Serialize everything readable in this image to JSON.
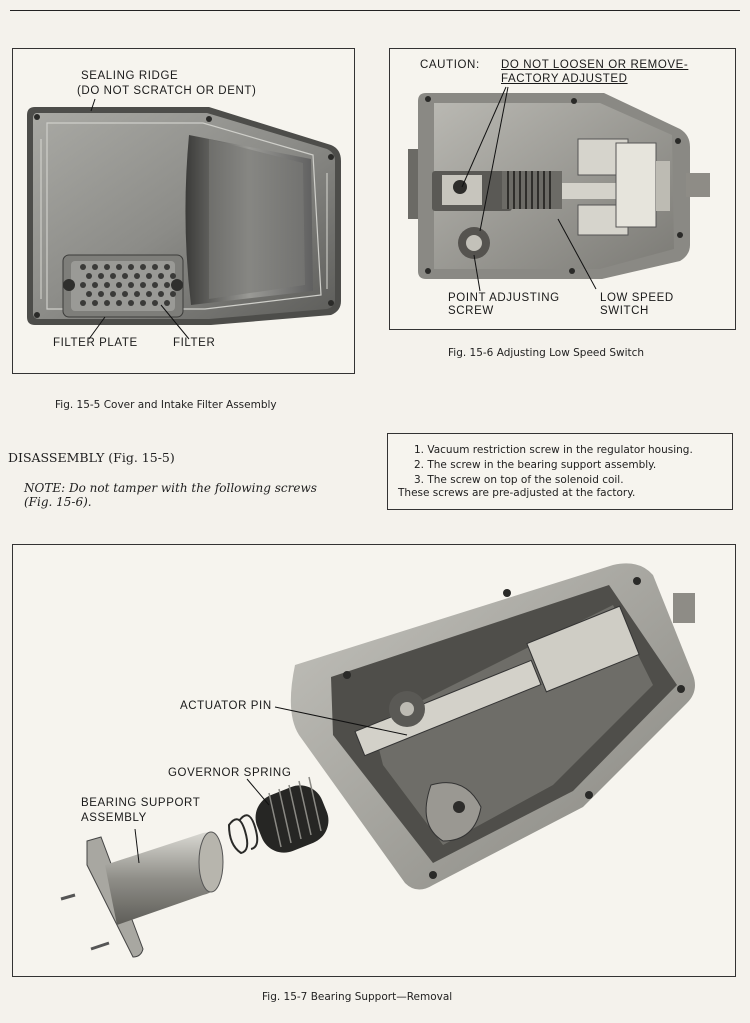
{
  "fig5": {
    "label_ridge_1": "SEALING RIDGE",
    "label_ridge_2": "(DO NOT SCRATCH OR DENT)",
    "label_filter_plate": "FILTER PLATE",
    "label_filter": "FILTER",
    "caption": "Fig. 15-5 Cover and Intake Filter Assembly"
  },
  "fig6": {
    "caution_prefix": "CAUTION:",
    "caution_line1": "DO NOT LOOSEN OR REMOVE-",
    "caution_line2": "FACTORY ADJUSTED",
    "label_point_1": "POINT ADJUSTING",
    "label_point_2": "SCREW",
    "label_switch_1": "LOW SPEED",
    "label_switch_2": "SWITCH",
    "caption": "Fig. 15-6 Adjusting Low Speed Switch"
  },
  "disassembly": {
    "heading": "DISASSEMBLY (Fig. 15-5)",
    "note_1": "NOTE: Do not tamper with the following screws",
    "note_2": "(Fig. 15-6)."
  },
  "screw_list": {
    "items": [
      "1. Vacuum restriction screw in the regulator housing.",
      "2. The screw in the bearing support assembly.",
      "3. The screw on top of the solenoid coil."
    ],
    "footer": "These screws are pre-adjusted at the factory."
  },
  "fig7": {
    "label_actuator": "ACTUATOR PIN",
    "label_governor": "GOVERNOR SPRING",
    "label_bearing_1": "BEARING SUPPORT",
    "label_bearing_2": "ASSEMBLY",
    "caption": "Fig. 15-7 Bearing Support—Removal"
  }
}
